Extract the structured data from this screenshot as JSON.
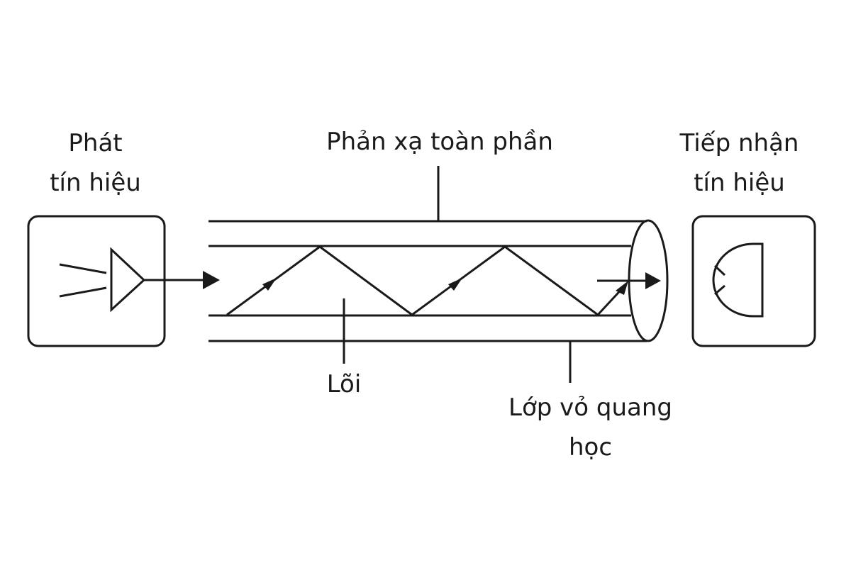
{
  "labels": {
    "transmitter_line1": "Phát",
    "transmitter_line2": "tín hiệu",
    "total_reflection": "Phản xạ toàn phần",
    "receiver_line1": "Tiếp nhận",
    "receiver_line2": "tín hiệu",
    "core": "Lõi",
    "cladding_line1": "Lớp vỏ quang",
    "cladding_line2": "học"
  },
  "colors": {
    "stroke": "#1a1a1a",
    "background": "#ffffff"
  },
  "icons": {
    "transmitter": "light-emitter-icon",
    "receiver": "light-detector-icon"
  }
}
